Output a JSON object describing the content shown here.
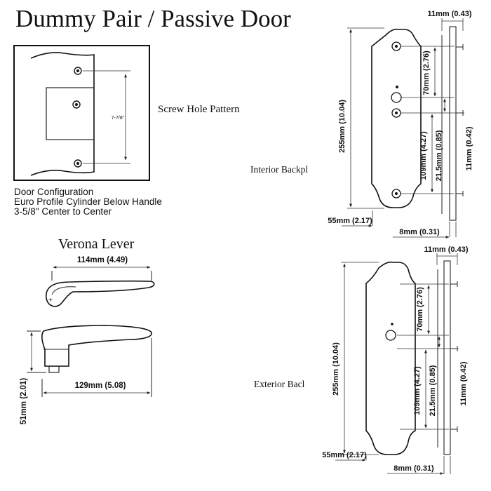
{
  "title": "Dummy Pair / Passive Door",
  "screw_pattern": {
    "label": "Screw Hole Pattern",
    "spacing": "7-7/8\"",
    "config_lines": [
      "Door Configuration",
      "Euro Profile Cylinder Below Handle",
      "3-5/8\" Center to Center"
    ]
  },
  "interior": {
    "label": "Interior Backpl",
    "height": "255mm (10.04)",
    "top_offset": "70mm (2.76)",
    "lower": "109mm (4.27)",
    "cyl": "21.5mm (0.85)",
    "depth_total": "11mm (0.43)",
    "depth_side": "11mm (0.42)",
    "width": "55mm (2.17)",
    "thickness": "8mm (0.31)"
  },
  "exterior": {
    "label": "Exterior Bacl",
    "height": "255mm (10.04)",
    "top_offset": "70mm (2.76)",
    "lower": "109mm (4.27)",
    "cyl": "21.5mm (0.85)",
    "depth_total": "11mm (0.43)",
    "depth_side": "11mm (0.42)",
    "width": "55mm (2.17)",
    "thickness": "8mm (0.31)"
  },
  "lever": {
    "title": "Verona Lever",
    "projection": "114mm (4.49)",
    "length": "129mm (5.08)",
    "height": "51mm (2.01)"
  }
}
